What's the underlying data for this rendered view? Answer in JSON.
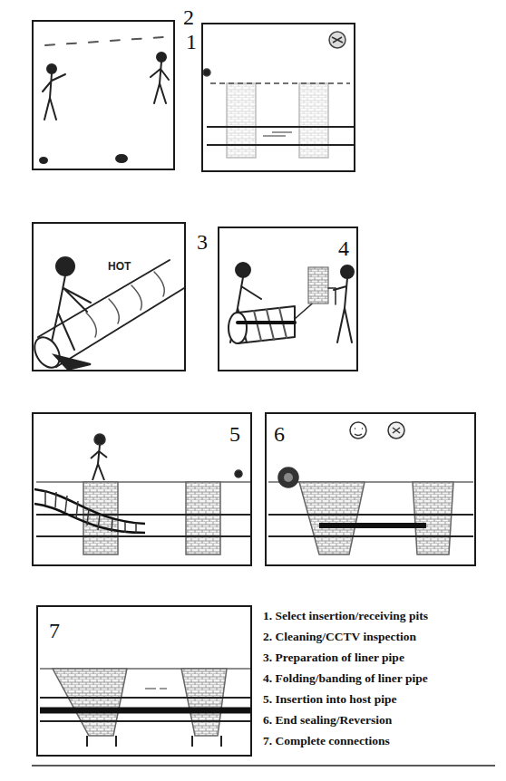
{
  "diagram": {
    "nodes": [
      {
        "text": [
          "1"
        ]
      },
      {
        "text": [
          "2"
        ]
      },
      {
        "text": [
          "3",
          "HOT"
        ]
      },
      {
        "text": [
          "4"
        ]
      },
      {
        "text": [
          "5"
        ]
      },
      {
        "text": [
          "6"
        ]
      },
      {
        "text": [
          "7"
        ]
      }
    ],
    "labels": [
      "1. Select insertion/receiving pits",
      "2. Cleaning/CCTV inspection",
      "3. Preparation of liner pipe",
      "4. Folding/banding of liner pipe",
      "5. Insertion into host pipe",
      "6. End sealing/Reversion",
      "7. Complete connections"
    ]
  }
}
